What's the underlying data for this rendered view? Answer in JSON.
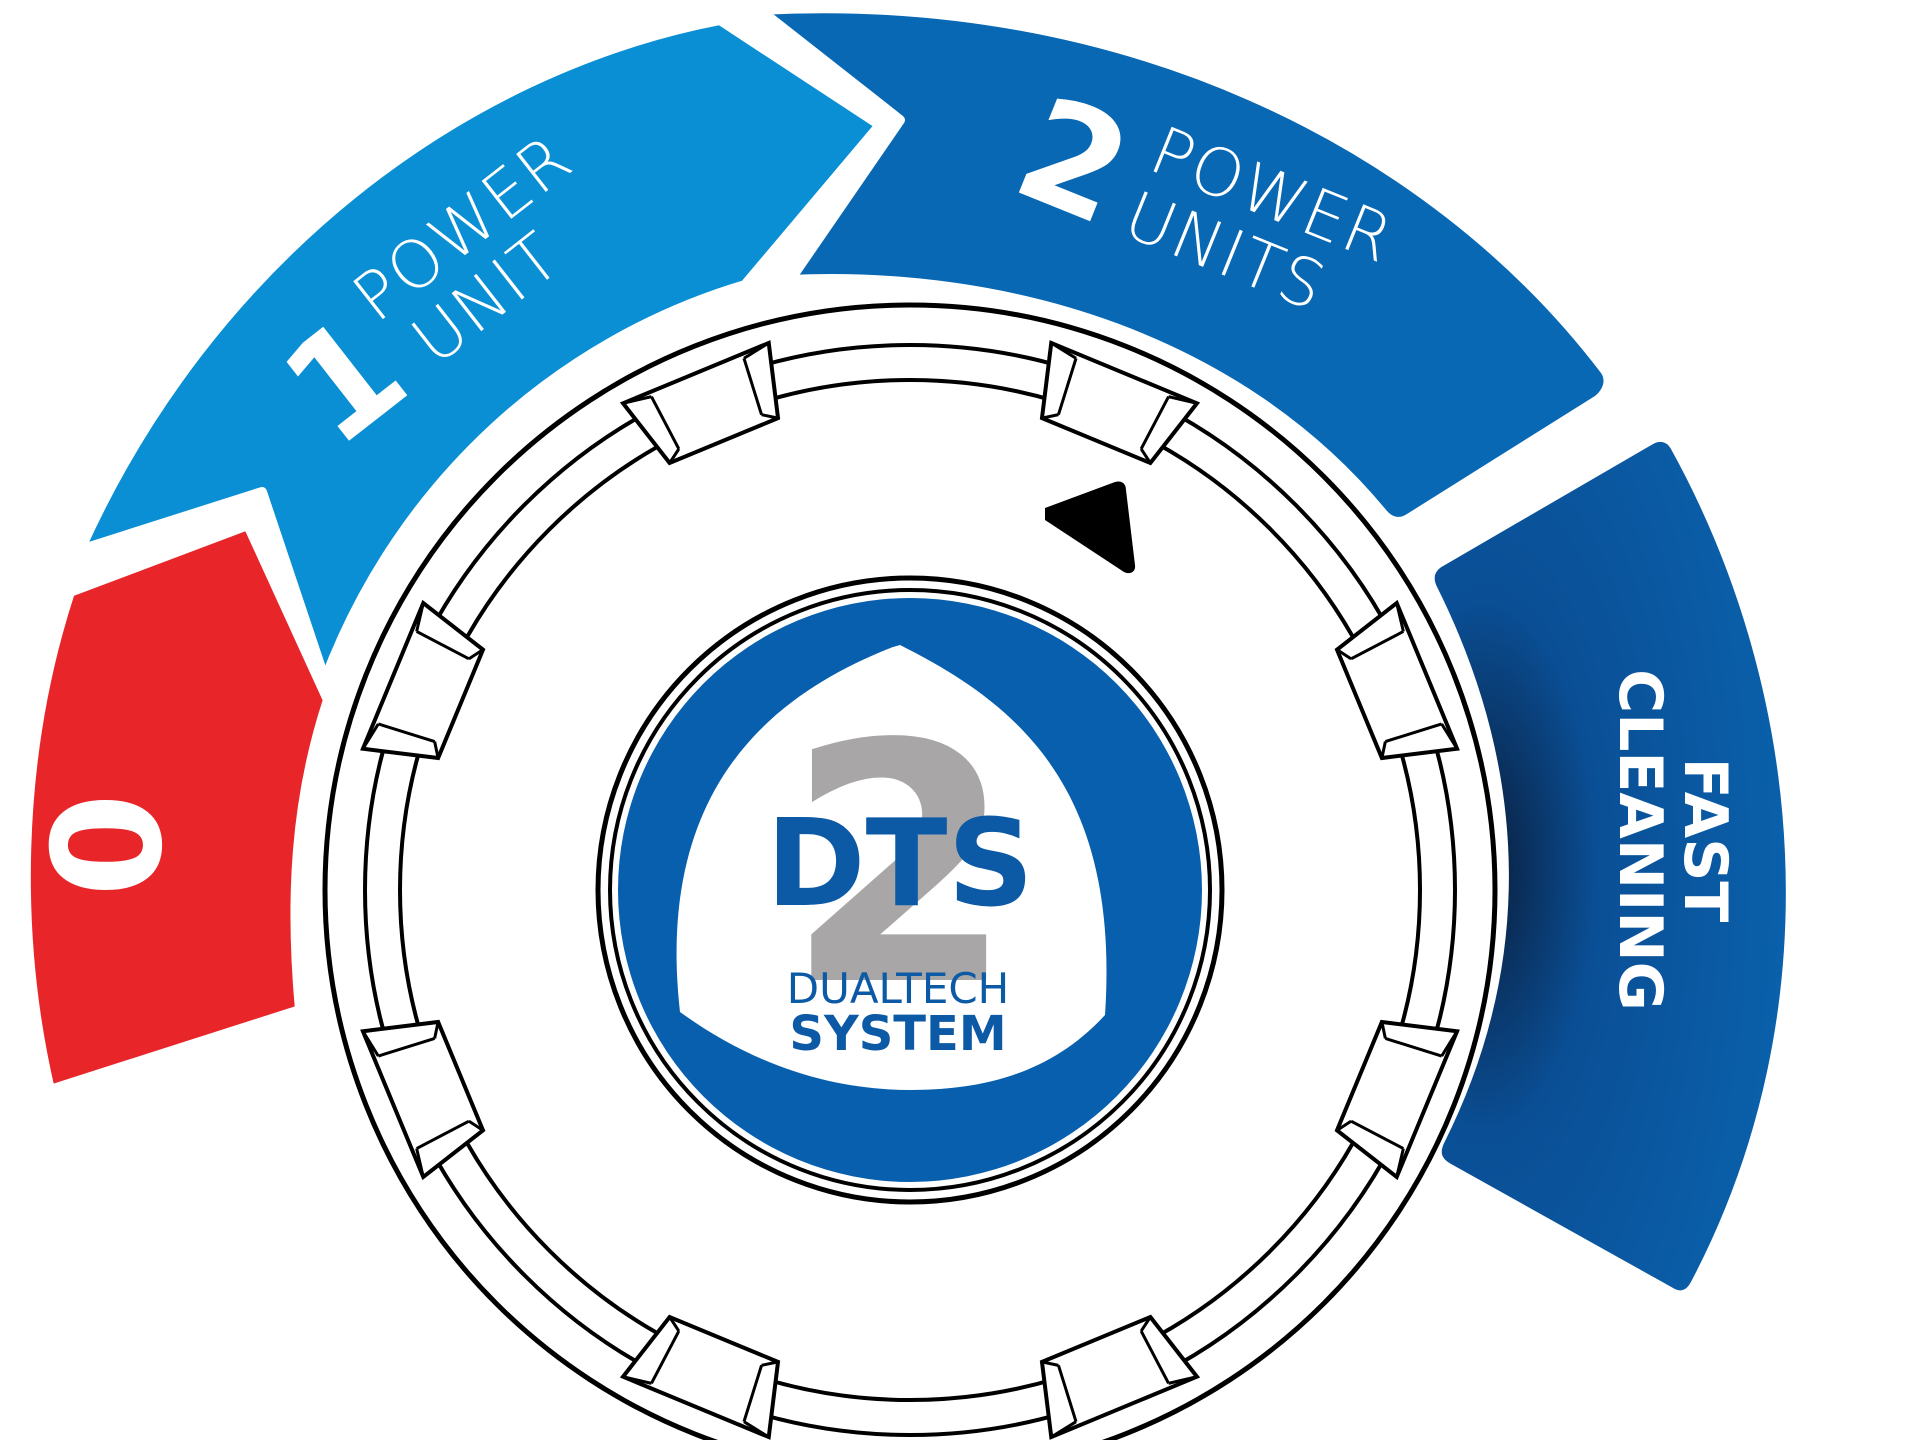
{
  "dial": {
    "segments": {
      "zero": {
        "number": "0",
        "color": "#e8262a"
      },
      "one": {
        "number": "1",
        "line1": "POWER",
        "line2": "UNIT",
        "color": "#0a8fd4"
      },
      "two": {
        "number": "2",
        "line1": "POWER",
        "line2": "UNITS",
        "color": "#0868b4"
      },
      "fast": {
        "line1": "FAST",
        "line2": "CLEANING",
        "color": "#0a62ad",
        "shadow": "#0a1e3c"
      }
    },
    "knob": {
      "ring_color": "#000000",
      "pointer_color": "#000000"
    },
    "logo": {
      "bg_color": "#075fae",
      "big_number": "2",
      "big_number_color": "#a9a6a8",
      "acronym": "DTS",
      "acronym_color": "#0c5aa6",
      "line1": "DUALTECH",
      "line2": "SYSTEM"
    }
  }
}
